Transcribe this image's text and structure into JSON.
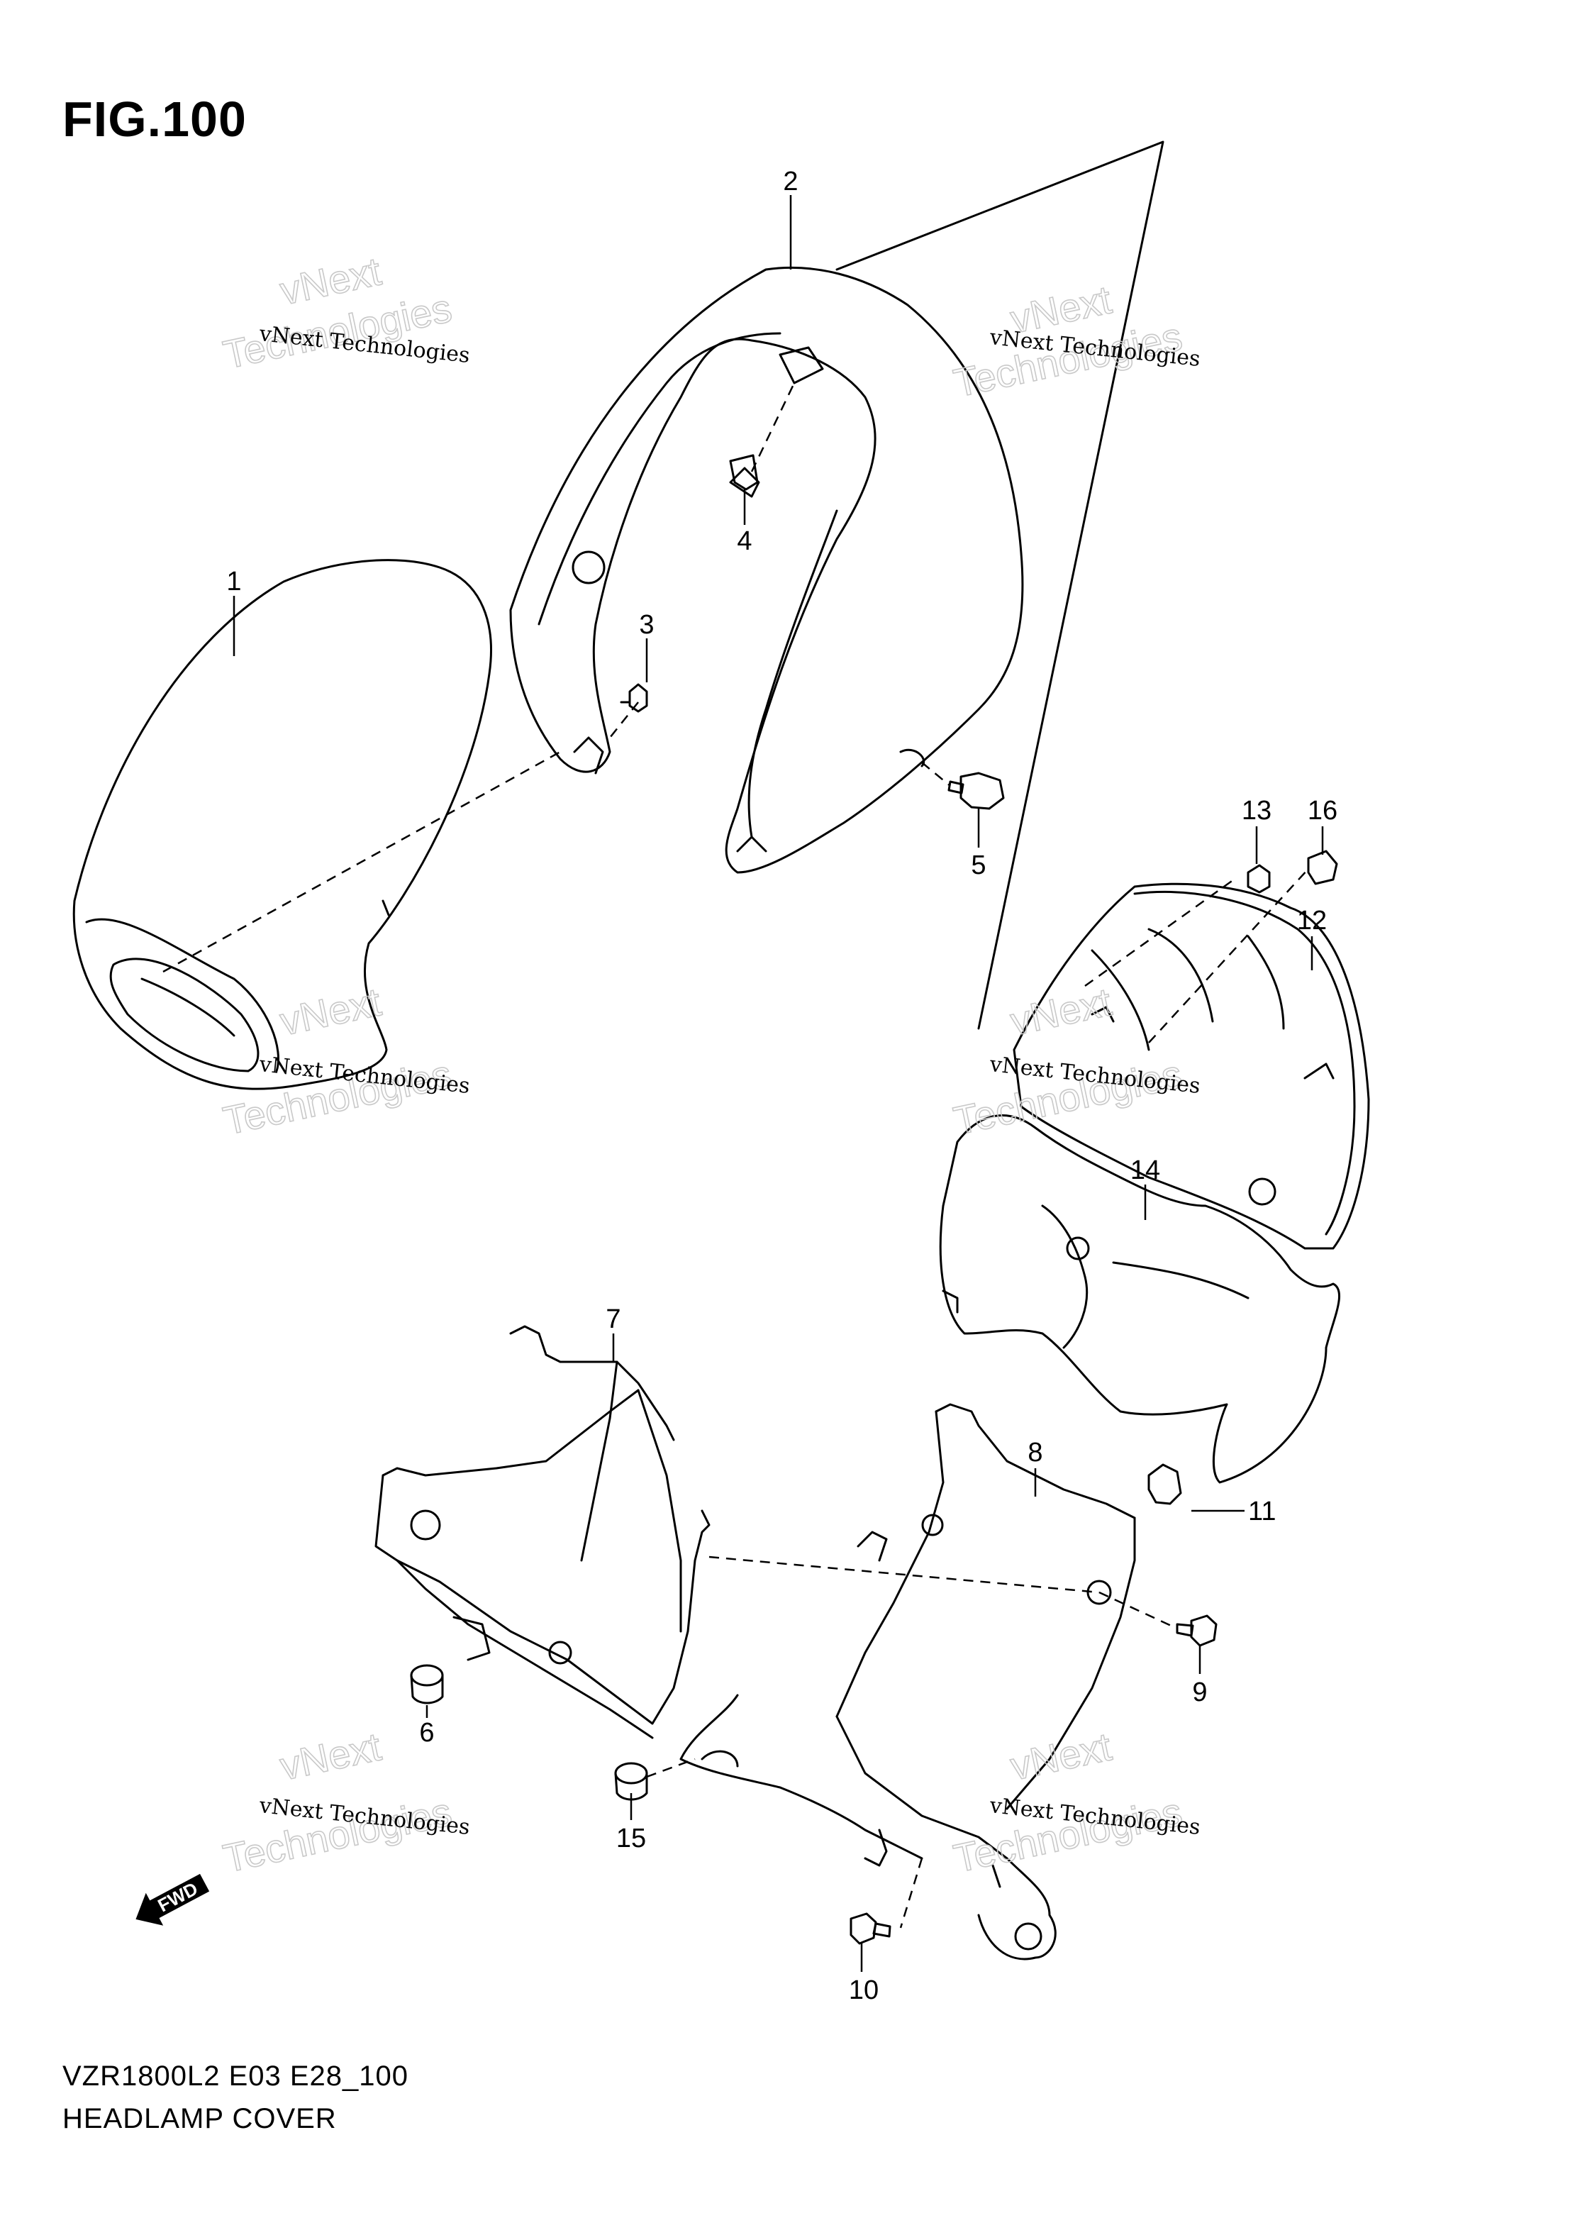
{
  "figure": {
    "title": "FIG.100",
    "model_code": "VZR1800L2 E03 E28_100",
    "caption": "HEADLAMP COVER"
  },
  "parts": [
    {
      "id": "part-1",
      "label": "1"
    },
    {
      "id": "part-2",
      "label": "2"
    },
    {
      "id": "part-3",
      "label": "3"
    },
    {
      "id": "part-4",
      "label": "4"
    },
    {
      "id": "part-5",
      "label": "5"
    },
    {
      "id": "part-6",
      "label": "6"
    },
    {
      "id": "part-7",
      "label": "7"
    },
    {
      "id": "part-8",
      "label": "8"
    },
    {
      "id": "part-9",
      "label": "9"
    },
    {
      "id": "part-10",
      "label": "10"
    },
    {
      "id": "part-11",
      "label": "11"
    },
    {
      "id": "part-12",
      "label": "12"
    },
    {
      "id": "part-13",
      "label": "13"
    },
    {
      "id": "part-14",
      "label": "14"
    },
    {
      "id": "part-15",
      "label": "15"
    },
    {
      "id": "part-16",
      "label": "16"
    }
  ],
  "direction_marker": {
    "label": "FWD"
  },
  "watermark": {
    "line1": "vNext Technologies",
    "big_a": "vNext",
    "big_b": "Technologies"
  }
}
